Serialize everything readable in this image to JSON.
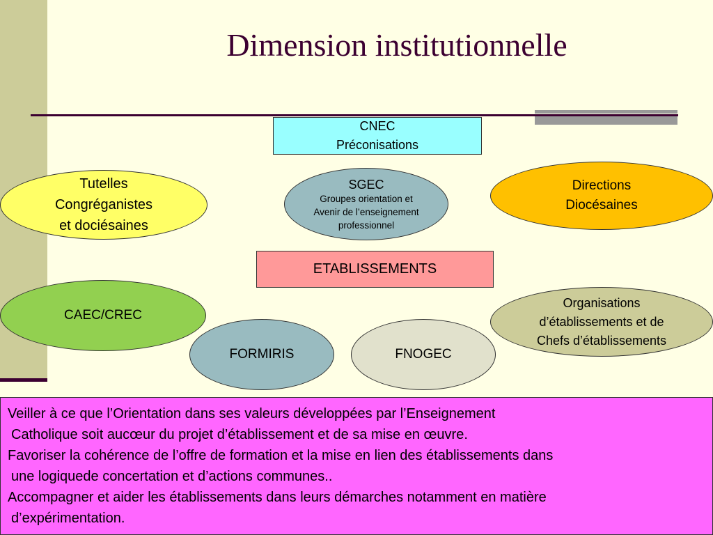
{
  "title": "Dimension institutionnelle",
  "colors": {
    "background": "#FFFFE5",
    "sidebar": "#CCCC99",
    "title": "#3C0031",
    "cnec": "#99FFFF",
    "tutelles": "#FFFF66",
    "sgec": "#99BBC0",
    "directions": "#FFC000",
    "etablissements": "#FF9999",
    "caec": "#92D050",
    "organisations": "#CCCC99",
    "formiris": "#99BBC0",
    "fnogec": "#E1E1CC",
    "bottom_box": "#FF66FF"
  },
  "nodes": {
    "cnec": {
      "line1": "CNEC",
      "line2": "Préconisations"
    },
    "tutelles": {
      "line1": "Tutelles",
      "line2": "Congréganistes",
      "line3": "et dociésaines"
    },
    "sgec": {
      "line1": "SGEC",
      "line2": "Groupes orientation et",
      "line3": "Avenir de l’enseignement",
      "line4": "professionnel"
    },
    "directions": {
      "line1": "Directions",
      "line2": "Diocésaines"
    },
    "etablissements": {
      "line1": "ETABLISSEMENTS"
    },
    "caec": {
      "line1": "CAEC/CREC"
    },
    "organisations": {
      "line1": "Organisations",
      "line2": "d’établissements et de",
      "line3": "Chefs d’établissements"
    },
    "formiris": {
      "line1": "FORMIRIS"
    },
    "fnogec": {
      "line1": "FNOGEC"
    }
  },
  "bottom_text": {
    "line1": "Veiller  à ce que l’Orientation  dans ses valeurs développées par l’Enseignement",
    "line2": "Catholique soit aucœur du projet d’établissement  et de sa mise en œuvre.",
    "line3": "Favoriser la cohérence de l’offre de formation et la mise en lien des établissements dans",
    "line4": "une logiquede concertation et d’actions communes..",
    "line5": "Accompagner et aider les établissements dans leurs  démarches notamment en matière",
    "line6": "d’expérimentation."
  }
}
